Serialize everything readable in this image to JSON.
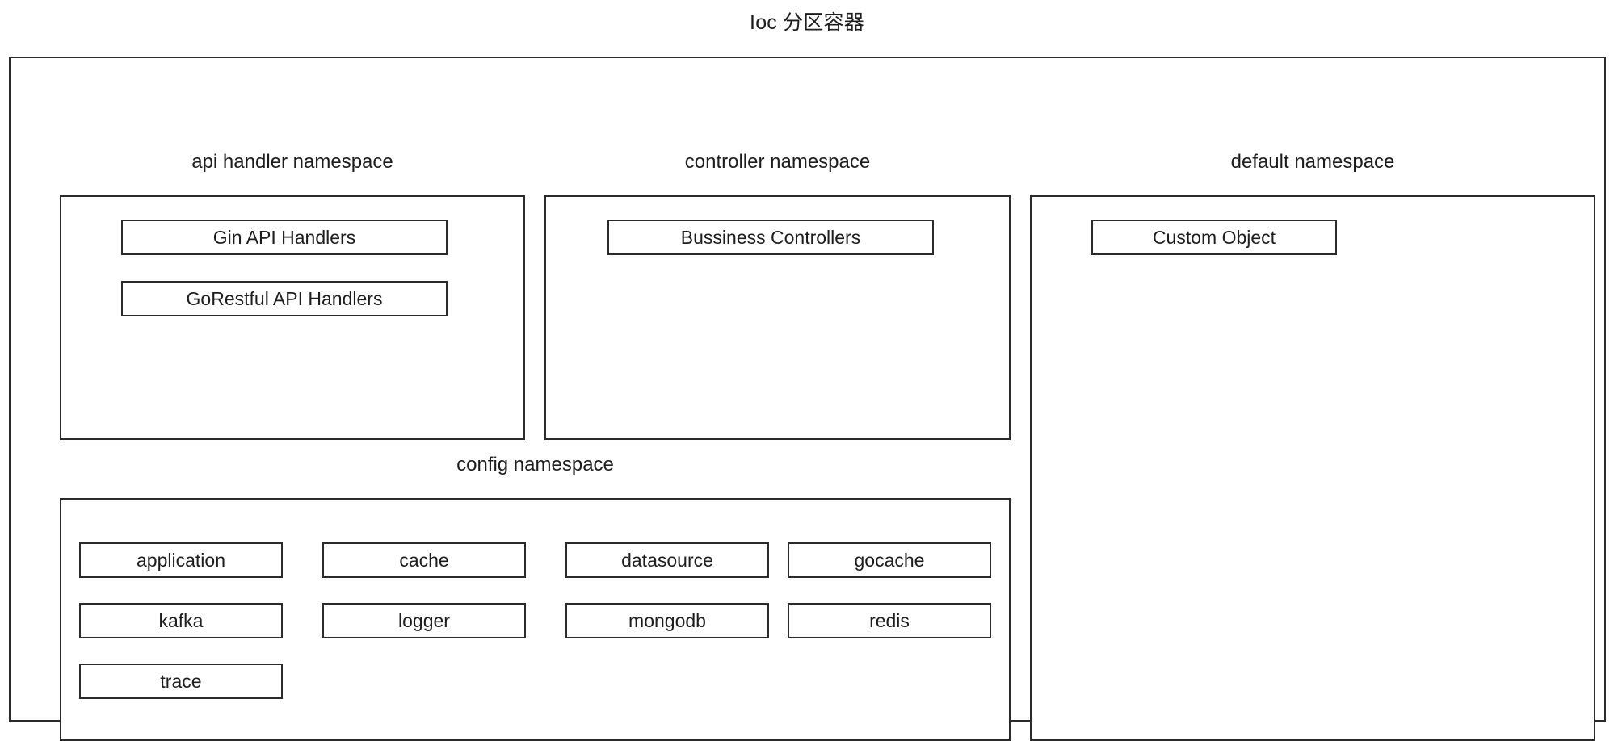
{
  "diagram": {
    "type": "nested-container-diagram",
    "title": "Ioc 分区容器",
    "namespaces": [
      {
        "id": "api-handler",
        "label": "api handler namespace",
        "items": [
          {
            "label": "Gin API Handlers"
          },
          {
            "label": "GoRestful API Handlers"
          }
        ]
      },
      {
        "id": "controller",
        "label": "controller namespace",
        "items": [
          {
            "label": "Bussiness Controllers"
          }
        ]
      },
      {
        "id": "default",
        "label": "default namespace",
        "items": [
          {
            "label": "Custom Object"
          }
        ]
      },
      {
        "id": "config",
        "label": "config namespace",
        "items": [
          {
            "label": "application"
          },
          {
            "label": "cache"
          },
          {
            "label": "datasource"
          },
          {
            "label": "gocache"
          },
          {
            "label": "kafka"
          },
          {
            "label": "logger"
          },
          {
            "label": "mongodb"
          },
          {
            "label": "redis"
          },
          {
            "label": "trace"
          }
        ]
      }
    ],
    "colors": {
      "stroke": "#2b2b2b",
      "fill": "#ffffff",
      "text": "#1d1d1d",
      "background": "#ffffff"
    }
  }
}
